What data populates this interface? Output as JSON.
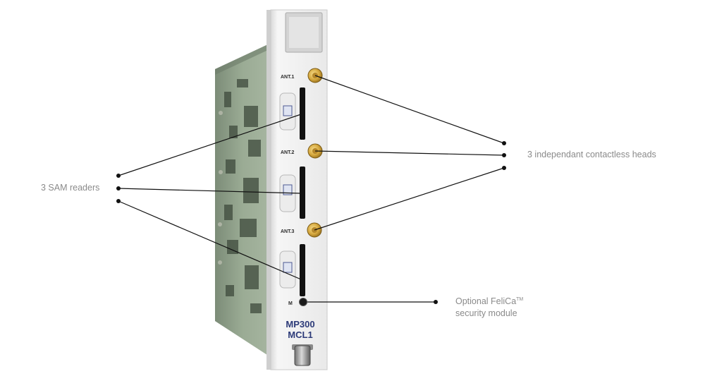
{
  "product": {
    "model_line1": "MP300",
    "model_line2": "MCL1"
  },
  "panel": {
    "ant1_label": "ANT.1",
    "ant2_label": "ANT.2",
    "ant3_label": "ANT.3",
    "module_mark": "M"
  },
  "callouts": {
    "sam_readers": "3 SAM readers",
    "contactless_heads": "3 independant contactless heads",
    "felica_line1": "Optional FeliCa",
    "felica_tm": "TM",
    "felica_line2": "security module"
  },
  "colors": {
    "label_text": "#8a8a8a",
    "leader_line": "#111111",
    "panel_face": "#f1f1f1",
    "pcb_green": "#8fa08a",
    "connector_gold": "#d6a83e",
    "model_text": "#2c3a78"
  }
}
